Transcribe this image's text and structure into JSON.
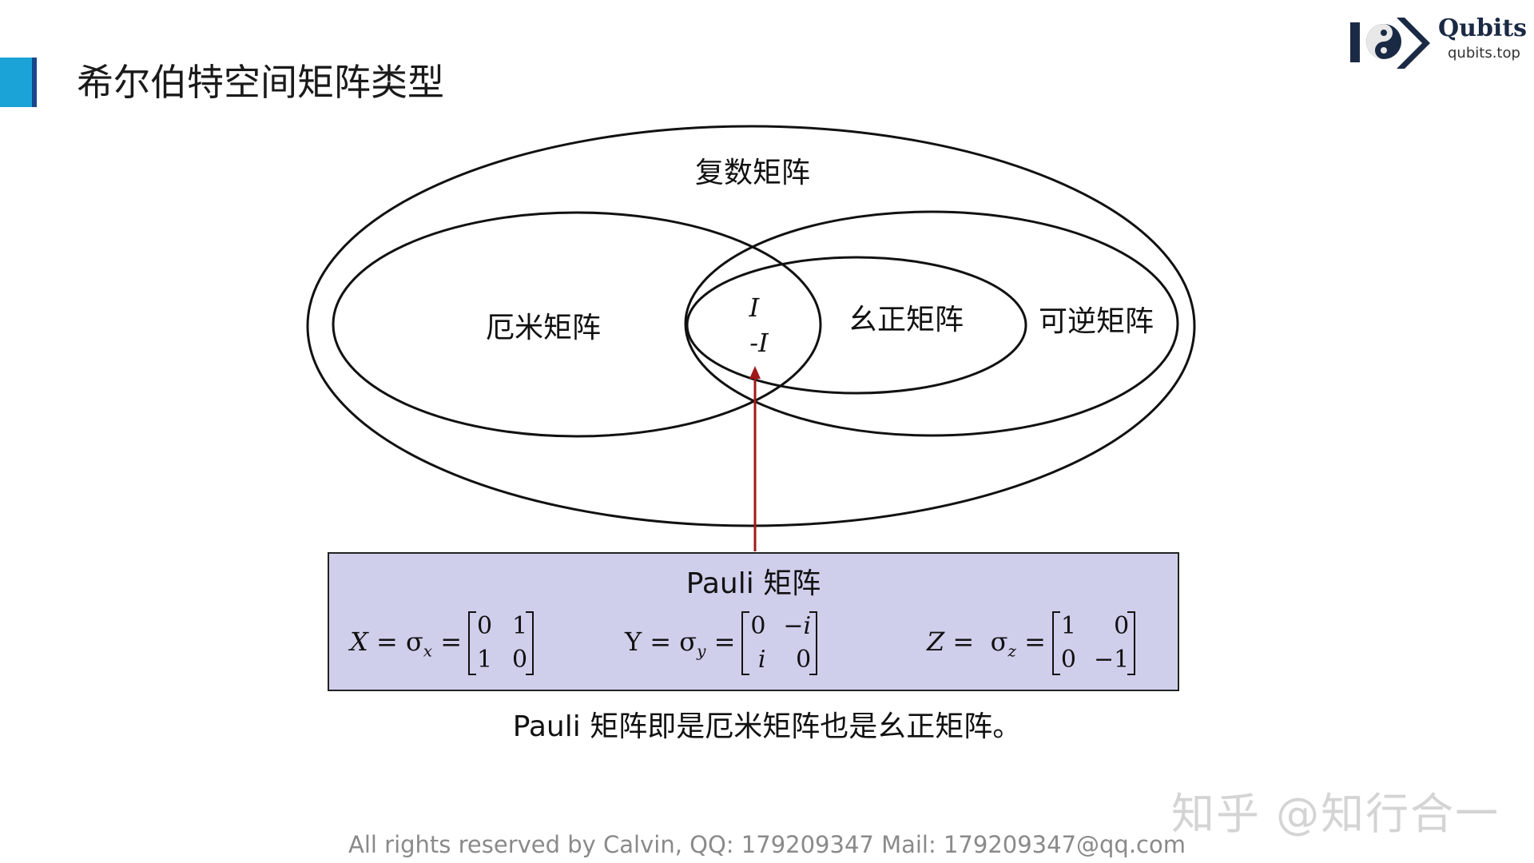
{
  "header": {
    "title": "希尔伯特空间矩阵类型",
    "accent_color": "#1ba3d8",
    "accent_dark": "#17468a"
  },
  "logo": {
    "brand": "Qubits",
    "site": "qubits.top"
  },
  "venn": {
    "outer_label": "复数矩阵",
    "left_label": "厄米矩阵",
    "unitary_label": "幺正矩阵",
    "invertible_label": "可逆矩阵",
    "center_items": [
      "I",
      "-I"
    ],
    "arrow_color": "#a01818"
  },
  "pauli": {
    "title": "Pauli 矩阵",
    "box_color": "#cfcfec",
    "matrices": [
      {
        "name": "X",
        "sigma_sub": "x",
        "rows": [
          [
            "0",
            "1"
          ],
          [
            "1",
            "0"
          ]
        ]
      },
      {
        "name": "Y",
        "sigma_sub": "y",
        "rows": [
          [
            "0",
            "−i"
          ],
          [
            "i",
            "0"
          ]
        ]
      },
      {
        "name": "Z",
        "sigma_sub": "z",
        "rows": [
          [
            "1",
            "0"
          ],
          [
            "0",
            "−1"
          ]
        ]
      }
    ]
  },
  "caption": "Pauli 矩阵即是厄米矩阵也是幺正矩阵。",
  "footer": "All rights reserved by Calvin,  QQ: 179209347  Mail: 179209347@qq.com",
  "watermark": "知乎 @知行合一"
}
